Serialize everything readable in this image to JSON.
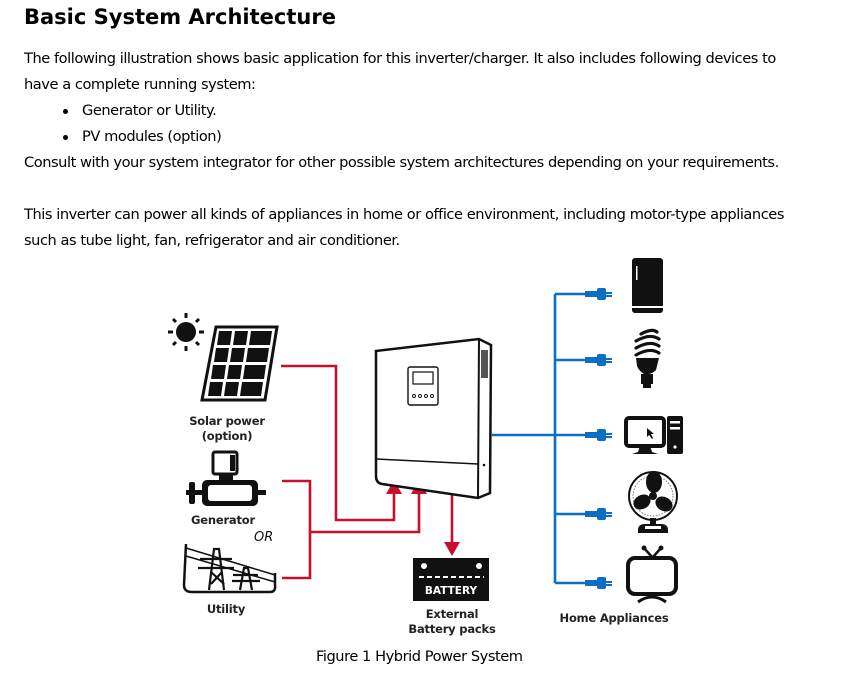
{
  "document": {
    "heading": "Basic System Architecture",
    "paragraph_1_line_1": "The following illustration shows basic application for this inverter/charger. It also includes following devices to",
    "paragraph_1_line_2": "have a complete running system:",
    "bullets": [
      "Generator or Utility.",
      "PV modules (option)"
    ],
    "paragraph_2": "Consult with your system integrator for other possible system architectures depending on your requirements.",
    "paragraph_3_line_1": "This inverter can power all kinds of appliances in home or office environment, including motor-type appliances",
    "paragraph_3_line_2": "such as tube light, fan, refrigerator and air conditioner."
  },
  "figure": {
    "caption": "Figure 1 Hybrid Power System",
    "labels": {
      "solar_line_1": "Solar power",
      "solar_line_2": "(option)",
      "generator": "Generator",
      "or": "OR",
      "utility": "Utility",
      "battery_text": "BATTERY",
      "battery_line_1": "External",
      "battery_line_2": "Battery packs",
      "home_appliances": "Home Appliances"
    },
    "icons": {
      "sources": [
        "sun-icon",
        "solar-panel-icon",
        "generator-icon",
        "utility-tower-icon"
      ],
      "center": "inverter-icon",
      "storage": "battery-icon",
      "appliances": [
        "refrigerator-icon",
        "light-bulb-icon",
        "computer-icon",
        "fan-icon",
        "tv-icon"
      ]
    },
    "colors": {
      "input_line": "#c8102e",
      "output_line": "#0a6fc2",
      "icon": "#111111"
    }
  }
}
